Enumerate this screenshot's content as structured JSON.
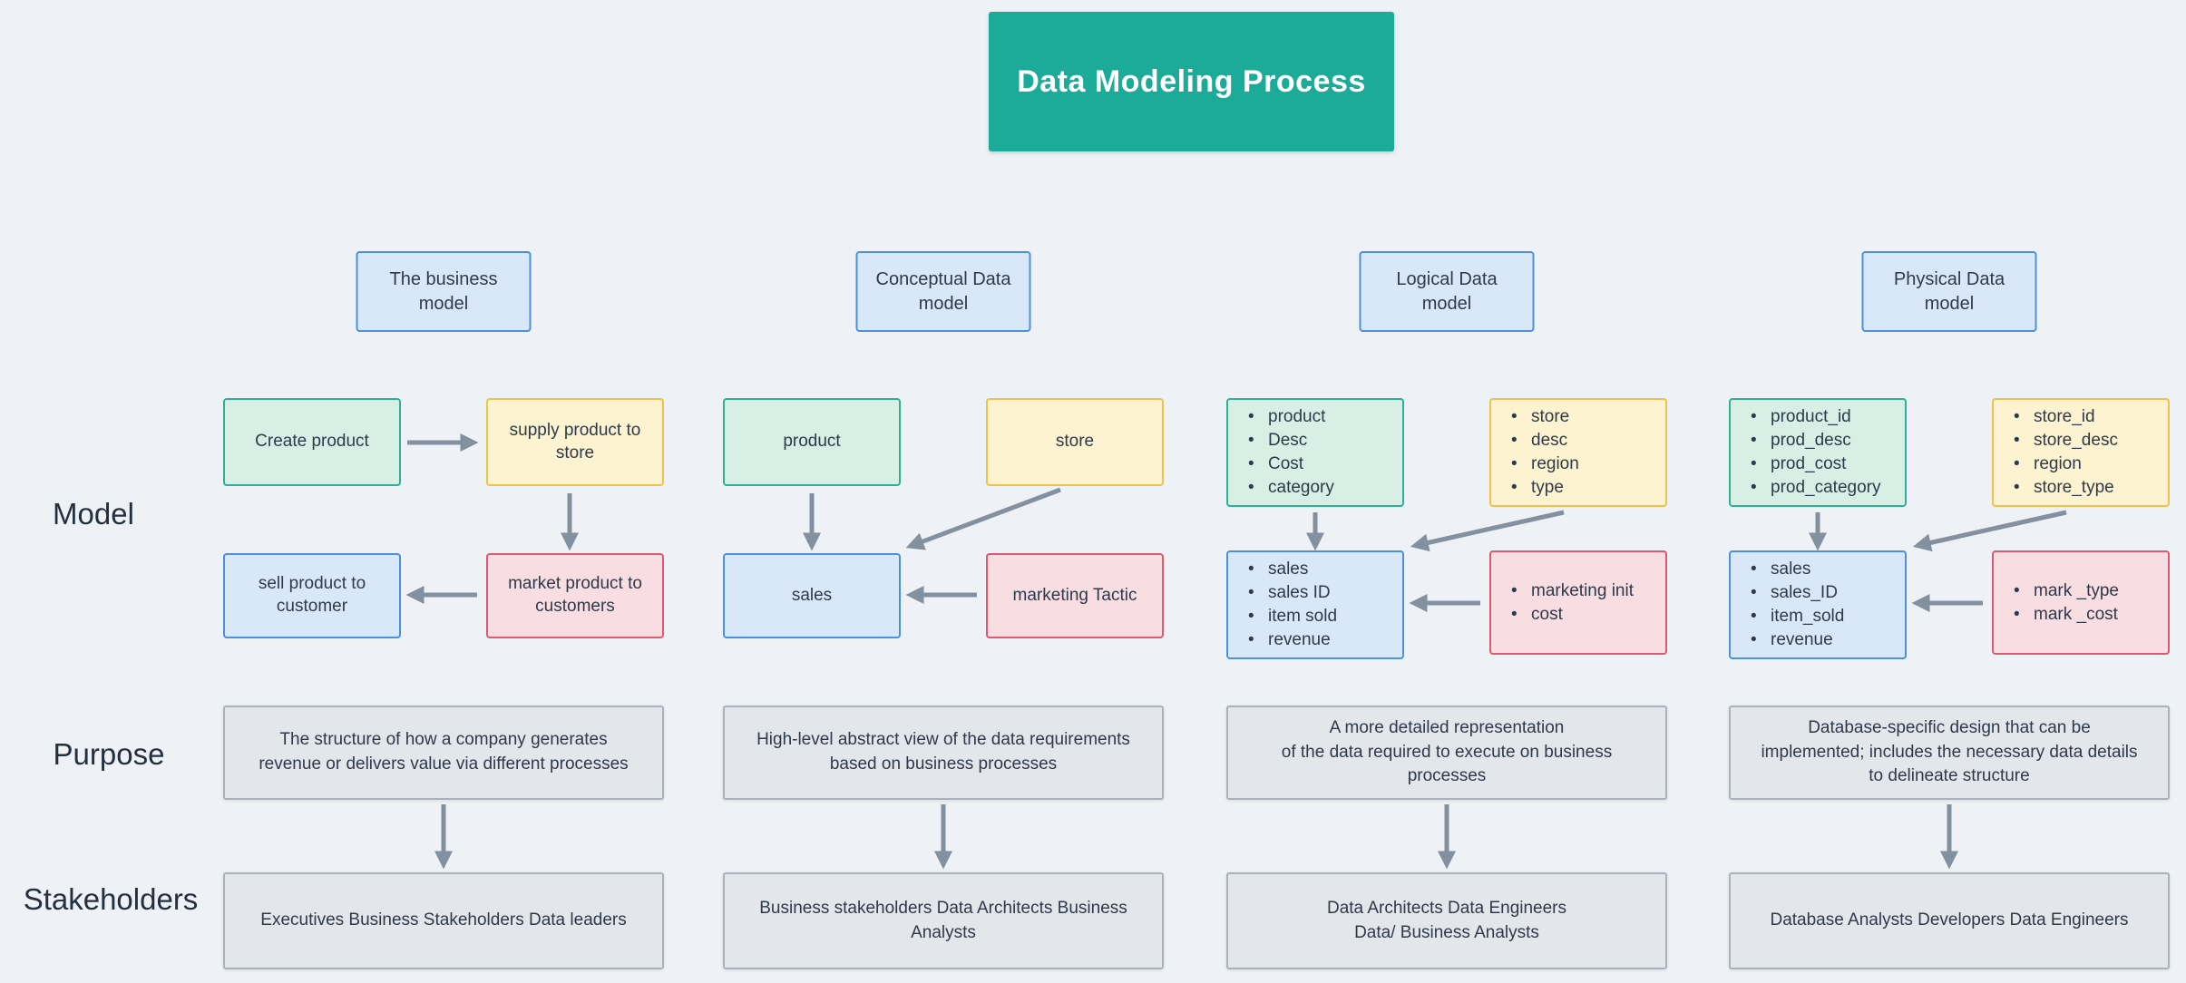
{
  "title": "Data Modeling Process",
  "row_labels": {
    "model": "Model",
    "purpose": "Purpose",
    "stakeholders": "Stakeholders"
  },
  "colors": {
    "background": "#eef2f6",
    "title_teal": "#1caa99",
    "green_fill": "#d8efe5",
    "green_border": "#2fb095",
    "yellow_fill": "#fdf3d1",
    "yellow_border": "#eec24d",
    "blue_fill": "#d9e8f8",
    "blue_border": "#4a90de",
    "pink_fill": "#f8dde2",
    "pink_border": "#da5a70",
    "gray_fill": "#e3e6ea",
    "gray_border": "#a9b1bc",
    "arrow": "#8290a0",
    "text": "#2e3a49"
  },
  "columns": [
    {
      "header": "The business\nmodel",
      "model": {
        "top_left": {
          "text": "Create product",
          "color": "green"
        },
        "top_right": {
          "text": "supply product to\nstore",
          "color": "yellow"
        },
        "bottom_left": {
          "text": "sell product to\ncustomer",
          "color": "blue"
        },
        "bottom_right": {
          "text": "market product to\ncustomers",
          "color": "pink"
        }
      },
      "purpose": "The structure of how a company generates\nrevenue or delivers value via different processes",
      "stakeholders": "Executives Business Stakeholders Data leaders"
    },
    {
      "header": "Conceptual Data\nmodel",
      "model": {
        "top_left": {
          "text": "product",
          "color": "green"
        },
        "top_right": {
          "text": "store",
          "color": "yellow"
        },
        "bottom_left": {
          "text": "sales",
          "color": "blue"
        },
        "bottom_right": {
          "text": "marketing Tactic",
          "color": "pink"
        }
      },
      "purpose": "High-level abstract view of the data requirements\nbased on business processes",
      "stakeholders": "Business stakeholders Data Architects Business\nAnalysts"
    },
    {
      "header": "Logical Data\nmodel",
      "model": {
        "top_left": {
          "bullets": [
            "product",
            "Desc",
            "Cost",
            "category"
          ],
          "color": "green"
        },
        "top_right": {
          "bullets": [
            "store",
            "desc",
            "region",
            "type"
          ],
          "color": "yellow"
        },
        "bottom_left": {
          "bullets": [
            "sales",
            "sales ID",
            "item sold",
            "revenue"
          ],
          "color": "blue"
        },
        "bottom_right": {
          "bullets": [
            "marketing init",
            "cost"
          ],
          "color": "pink"
        }
      },
      "purpose": "A more detailed representation\nof the data required to execute on business\nprocesses",
      "stakeholders": "Data Architects Data Engineers\nData/ Business Analysts"
    },
    {
      "header": "Physical Data\nmodel",
      "model": {
        "top_left": {
          "bullets": [
            "product_id",
            "prod_desc",
            "prod_cost",
            "prod_category"
          ],
          "color": "green"
        },
        "top_right": {
          "bullets": [
            "store_id",
            "store_desc",
            "region",
            "store_type"
          ],
          "color": "yellow"
        },
        "bottom_left": {
          "bullets": [
            "sales",
            "sales_ID",
            "item_sold",
            "revenue"
          ],
          "color": "blue"
        },
        "bottom_right": {
          "bullets": [
            "mark _type",
            "mark _cost"
          ],
          "color": "pink"
        }
      },
      "purpose": "Database-specific design that can be\nimplemented; includes the necessary data details\nto delineate structure",
      "stakeholders": "Database Analysts Developers Data Engineers"
    }
  ]
}
